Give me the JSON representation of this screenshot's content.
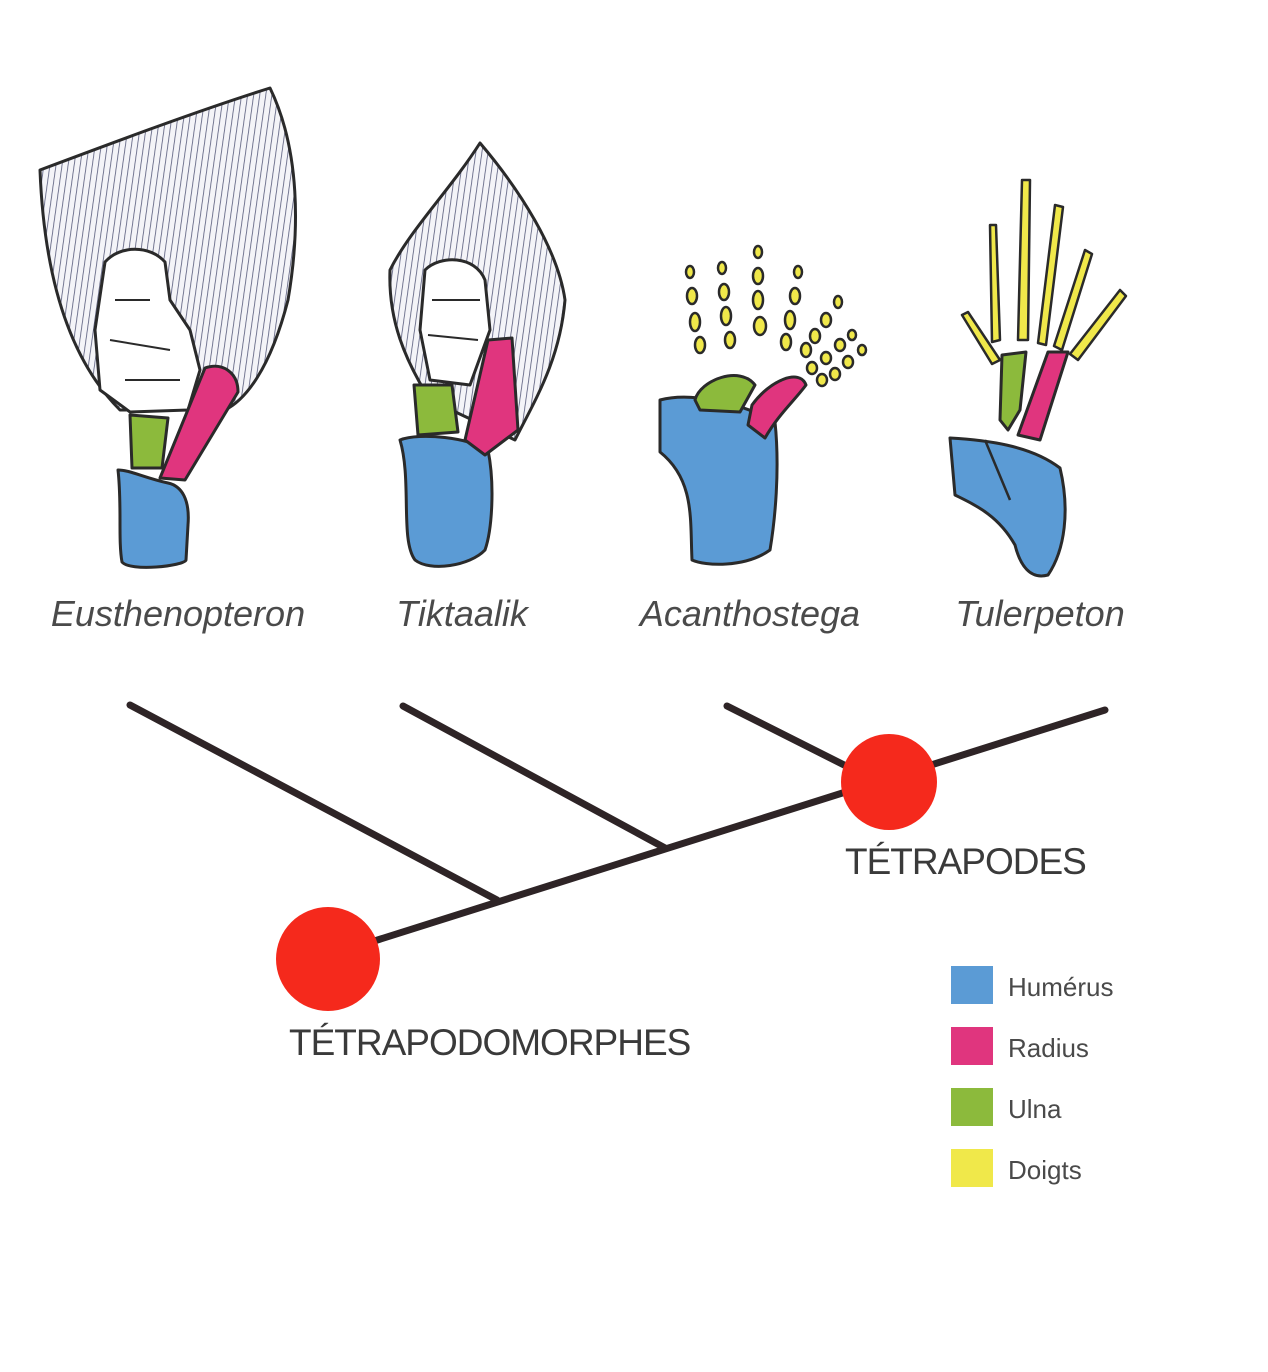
{
  "taxa": [
    {
      "name": "Eusthenopteron"
    },
    {
      "name": "Tiktaalik"
    },
    {
      "name": "Acanthostega"
    },
    {
      "name": "Tulerpeton"
    }
  ],
  "clades": [
    {
      "label": "TÉTRAPODOMORPHES",
      "marker_color": "#f5291c"
    },
    {
      "label": "TÉTRAPODES",
      "marker_color": "#f5291c"
    }
  ],
  "legend": [
    {
      "label": "Humérus",
      "color": "#5b9bd5"
    },
    {
      "label": "Radius",
      "color": "#e0357e"
    },
    {
      "label": "Ulna",
      "color": "#8cba3c"
    },
    {
      "label": "Doigts",
      "color": "#f0e84a"
    }
  ]
}
